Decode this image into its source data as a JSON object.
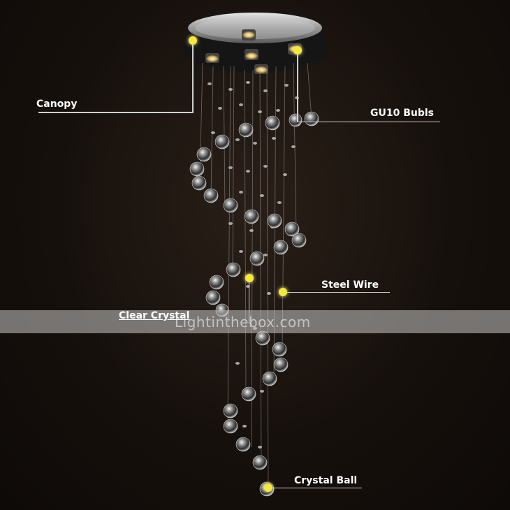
{
  "labels": {
    "canopy": "Canopy",
    "bulbs": "GU10 Bubls",
    "steel_wire": "Steel Wire",
    "clear_crystal": "Clear Crystal",
    "crystal_ball": "Crystal Ball"
  },
  "watermark": "Lightinthebox.com",
  "colors": {
    "background": "#130d0a",
    "callout_dot": "#f4e93a",
    "label_text": "#ffffff"
  }
}
